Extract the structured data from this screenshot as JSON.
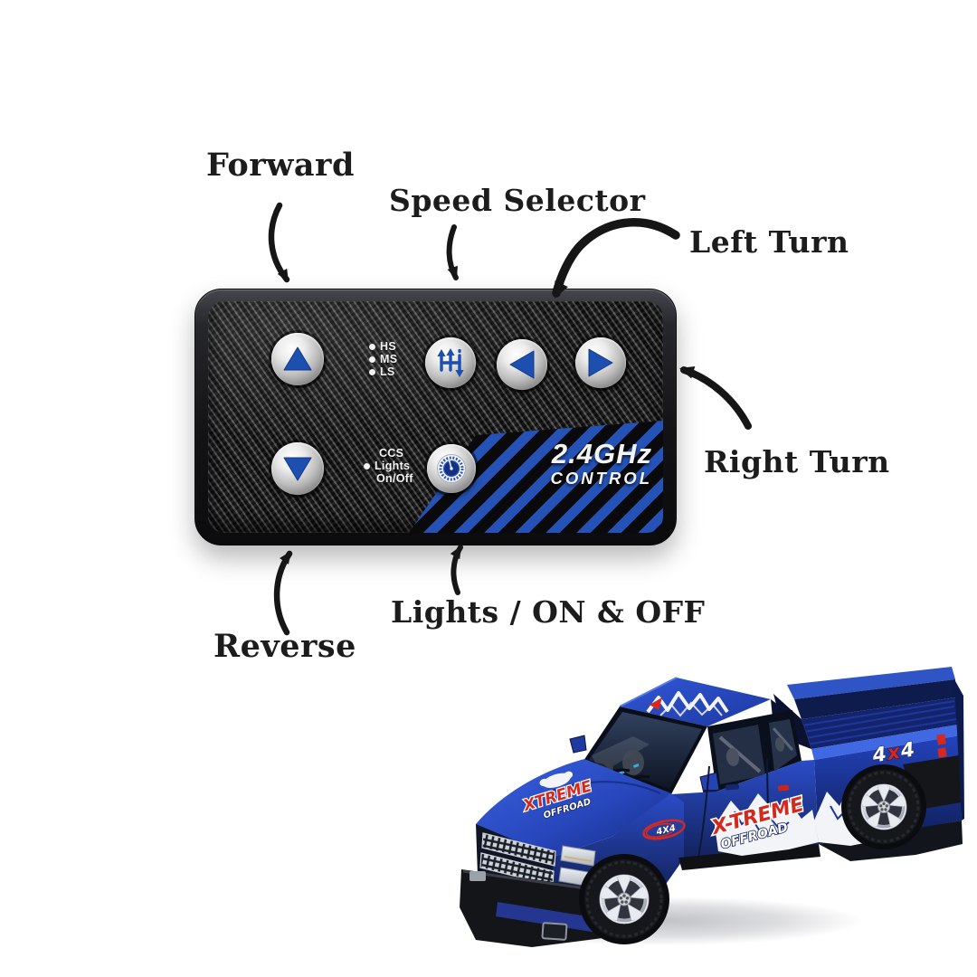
{
  "page": {
    "background": "#ffffff"
  },
  "annotations": {
    "forward": "Forward",
    "speed_selector": "Speed Selector",
    "left_turn": "Left Turn",
    "right_turn": "Right Turn",
    "lights_on_off": "Lights / ON & OFF",
    "reverse": "Reverse"
  },
  "controller": {
    "speed_modes": [
      {
        "label": "HS"
      },
      {
        "label": "MS"
      },
      {
        "label": "LS"
      }
    ],
    "aux": {
      "line1": "CCS",
      "line2": "Lights",
      "line3": "On/Off"
    },
    "brand": {
      "freq": "2.4GHz",
      "word": "CONTROL"
    },
    "icons": {
      "forward": "up-arrow-icon",
      "reverse": "down-arrow-icon",
      "speed_selector": "gear-shift-icon",
      "left_turn": "left-arrow-icon",
      "right_turn": "right-arrow-icon",
      "lights": "dial-gauge-icon"
    },
    "colors": {
      "stripe_blue": "#2452b6",
      "glyph_blue": "#1d4fb0"
    }
  },
  "truck": {
    "body_color": "#1f3eae",
    "decals": {
      "bed_badge_parts": [
        "4",
        "x",
        "4"
      ],
      "door_line1": "X-TREME",
      "door_line2": "OFFROAD",
      "hood_line1": "XTREME",
      "hood_line2": "OFFROAD",
      "fender_badge": "4X4"
    }
  }
}
